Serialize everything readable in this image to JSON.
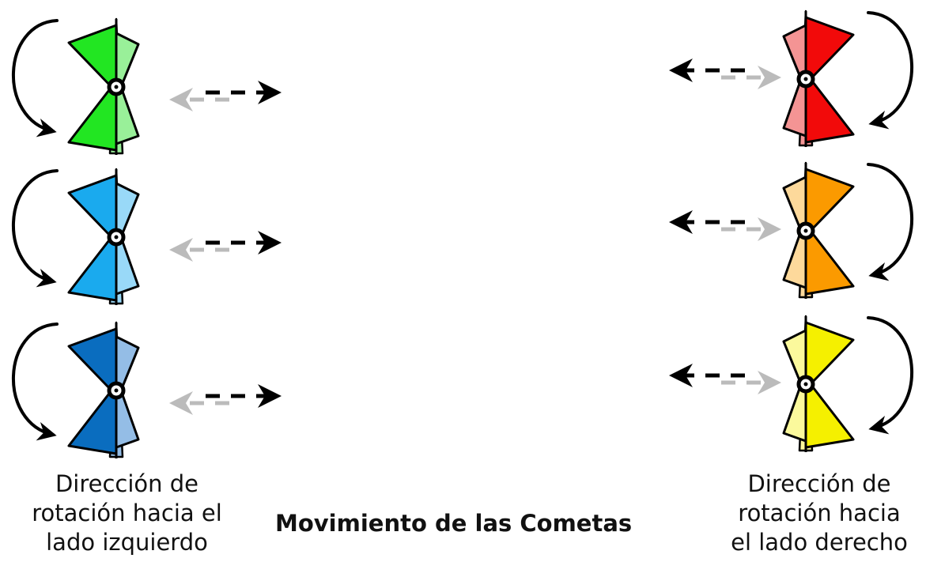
{
  "title": "Movimiento de las Cometas",
  "left_caption": {
    "lines": [
      "Dirección de",
      "rotación hacia el",
      "lado izquierdo"
    ]
  },
  "right_caption": {
    "lines": [
      "Dirección de",
      "rotación hacia",
      "el lado derecho"
    ]
  },
  "left_kites": [
    {
      "name": "green-kite",
      "dark": "#22e622",
      "light": "#99f099"
    },
    {
      "name": "light-blue-kite",
      "dark": "#1aaaee",
      "light": "#99d9f8"
    },
    {
      "name": "dark-blue-kite",
      "dark": "#0a6dbf",
      "light": "#94bde6"
    }
  ],
  "right_kites": [
    {
      "name": "red-kite",
      "dark": "#f20a0a",
      "light": "#f49494"
    },
    {
      "name": "orange-kite",
      "dark": "#fb9a00",
      "light": "#fdd99b"
    },
    {
      "name": "yellow-kite",
      "dark": "#f5f000",
      "light": "#fbf99c"
    }
  ],
  "colors": {
    "outline": "#000000",
    "arrow_dark": "#000000",
    "arrow_light": "#bbbbbb"
  }
}
